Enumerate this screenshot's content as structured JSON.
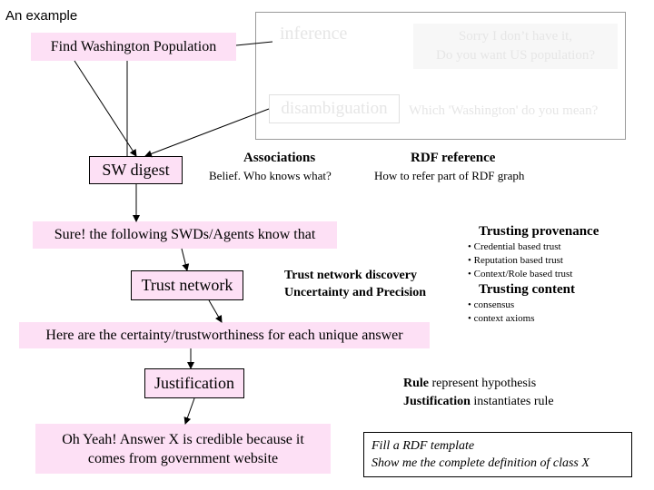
{
  "page_title": "An example",
  "boxes": {
    "find_washington": "Find Washington Population",
    "inference": "inference",
    "sorry_line1": "Sorry I don’t have it,",
    "sorry_line2": "Do you want US population?",
    "disambiguation": "disambiguation",
    "which_washington": "Which 'Washington' do you mean?",
    "sw_digest": "SW digest",
    "sure": "Sure! the following SWDs/Agents know that",
    "trust_network": "Trust network",
    "certainty": "Here are the certainty/trustworthiness for each unique answer",
    "justification": "Justification",
    "oh_yeah_line1": "Oh Yeah! Answer X is credible because it",
    "oh_yeah_line2": "comes from government website"
  },
  "notes": {
    "associations_title": "Associations",
    "associations_body": "Belief. Who knows what?",
    "rdf_title": "RDF reference",
    "rdf_body": "How to refer part of RDF graph",
    "trust_discovery_line1": "Trust network discovery",
    "trust_discovery_line2": "Uncertainty and Precision",
    "trusting_provenance_title": "Trusting provenance",
    "provenance_items": [
      "Credential based trust",
      "Reputation based trust",
      "Context/Role based trust"
    ],
    "trusting_content_title": "Trusting content",
    "content_items": [
      "consensus",
      "context axioms"
    ],
    "rule_bold": "Rule",
    "rule_rest": " represent hypothesis",
    "justif_bold": "Justification",
    "justif_rest": " instantiates rule",
    "fill_rdf_line1": "Fill a RDF template",
    "fill_rdf_line2": "Show me the complete definition of class X"
  },
  "colors": {
    "box_fill": "#fde0f5",
    "faded_text": "#e6e6e6",
    "faded_border": "#9a9a9a"
  }
}
